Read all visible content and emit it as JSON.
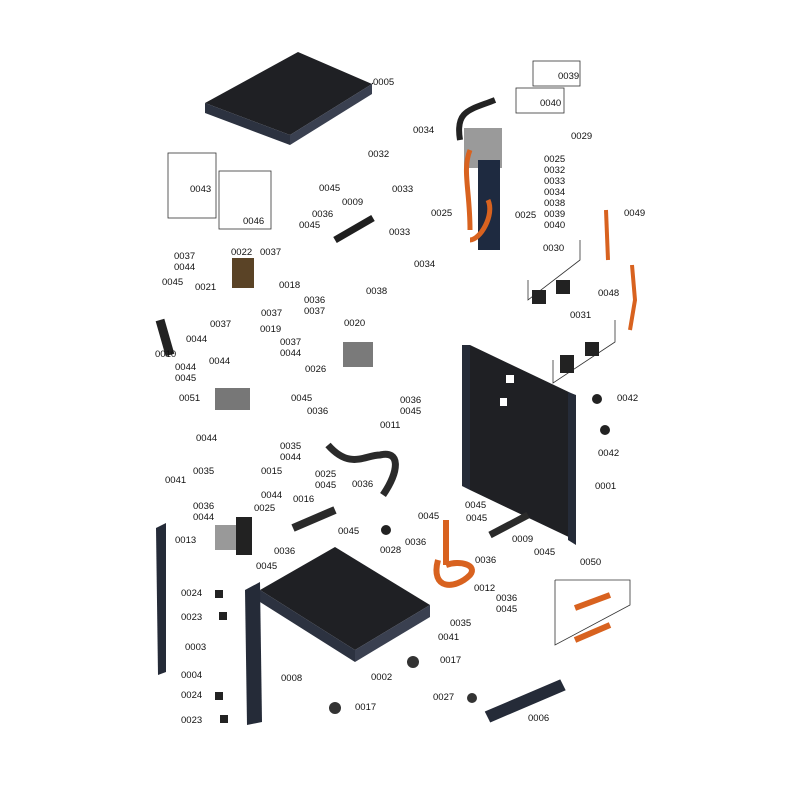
{
  "title": "Exploded parts diagram",
  "colors": {
    "panel": "#1f2024",
    "frame": "#252b38",
    "copper": "#d8621f",
    "brass": "#8a6a2e",
    "grey": "#8a8a8a"
  },
  "callouts": [
    "0005",
    "0039",
    "0040",
    "0034",
    "0029",
    "0032",
    "0033",
    "0045",
    "0009",
    "0036",
    "0045",
    "0025",
    "0025",
    "0043",
    "0046",
    "0033",
    "0034",
    "0038",
    "0025",
    "0032",
    "0033",
    "0034",
    "0038",
    "0039",
    "0040",
    "0049",
    "0030",
    "0048",
    "0031",
    "0037",
    "0044",
    "0045",
    "0022",
    "0037",
    "0018",
    "0021",
    "0036",
    "0037",
    "0037",
    "0037",
    "0044",
    "0019",
    "0037",
    "0044",
    "0010",
    "0044",
    "0045",
    "0044",
    "0026",
    "0020",
    "0051",
    "0042",
    "0045",
    "0036",
    "0036",
    "0045",
    "0011",
    "0042",
    "0044",
    "0035",
    "0044",
    "0015",
    "0035",
    "0041",
    "0025",
    "0045",
    "0001",
    "0036",
    "0016",
    "0044",
    "0025",
    "0036",
    "0044",
    "0045",
    "0045",
    "0045",
    "0013",
    "0036",
    "0009",
    "0045",
    "0045",
    "0036",
    "0036",
    "0028",
    "0045",
    "0050",
    "0012",
    "0036",
    "0045",
    "0024",
    "0023",
    "0035",
    "0041",
    "0003",
    "0017",
    "0004",
    "0008",
    "0002",
    "0024",
    "0027",
    "0017",
    "0006",
    "0023"
  ]
}
